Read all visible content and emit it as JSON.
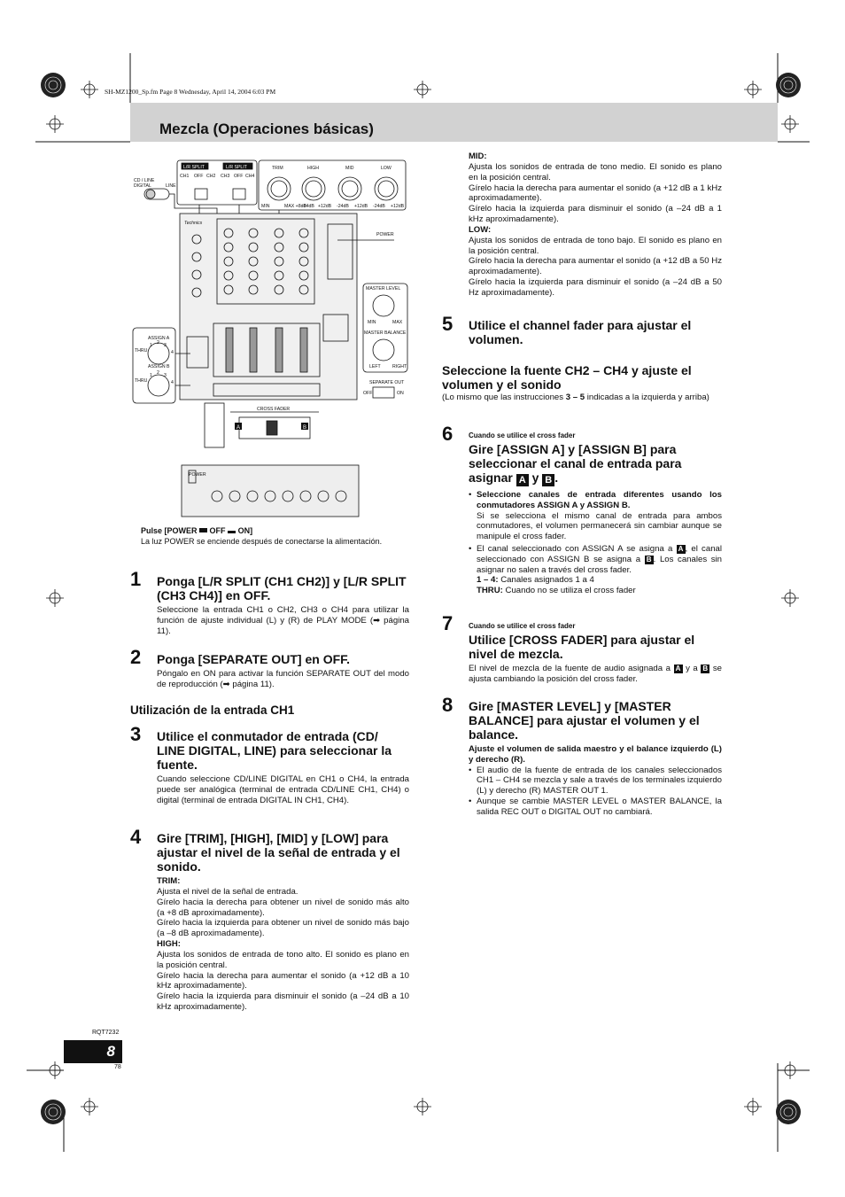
{
  "header": {
    "file_info": "SH-MZ1200_Sp.fm  Page 8  Wednesday, April 14, 2004  6:03 PM",
    "title": "Mezcla (Operaciones básicas)"
  },
  "diagram": {
    "labels": {
      "cd_line": "CD / LINE",
      "digital": "DIGITAL",
      "line": "LINE",
      "lr_split_a": "L/R SPLIT",
      "lr_split_b": "L/R SPLIT",
      "ch1": "CH1",
      "off_a": "OFF",
      "ch2": "CH2",
      "ch3": "CH3",
      "off_b": "OFF",
      "ch4": "CH4",
      "trim": "TRIM",
      "high": "HIGH",
      "mid": "MID",
      "low": "LOW",
      "min": "MIN",
      "max_8": "MAX +8dB",
      "min_24_h": "-24dB",
      "max_12_h": "+12dB",
      "min_24_m": "-24dB",
      "max_12_m": "+12dB",
      "min_24_l": "-24dB",
      "max_12_l": "+12dB",
      "power": "POWER",
      "assign_a": "ASSIGN A",
      "assign_b": "ASSIGN B",
      "thru_a": "THRU",
      "thru_b": "THRU",
      "n1": "1",
      "n2": "2",
      "n3": "3",
      "n4": "4",
      "n1b": "1",
      "n2b": "2",
      "n3b": "3",
      "n4b": "4",
      "master_level": "MASTER LEVEL",
      "ml_min": "MIN",
      "ml_max": "MAX",
      "master_balance": "MASTER BALANCE",
      "left": "LEFT",
      "right": "RIGHT",
      "separate_out": "SEPARATE OUT",
      "so_off": "OFF",
      "so_on": "ON",
      "cross_fader": "CROSS FADER",
      "a": "A",
      "b": "B",
      "power_back": "POWER",
      "brand": "Technics"
    },
    "caption_title": "Pulse [POWER",
    "caption_off": "OFF",
    "caption_on": "ON]",
    "caption_text": "La luz POWER se enciende después de conectarse la alimentación."
  },
  "steps_left": [
    {
      "num": "1",
      "title": "Ponga [L/R SPLIT (CH1 CH2)] y [L/R SPLIT (CH3 CH4)] en OFF.",
      "text": "Seleccione la entrada CH1 o CH2, CH3 o CH4 para utilizar la función de ajuste individual (L) y (R) de PLAY MODE (➡ página 11)."
    },
    {
      "num": "2",
      "title": "Ponga [SEPARATE OUT] en OFF.",
      "text": "Póngalo en ON para activar la función SEPARATE OUT del modo de reproducción (➡ página 11)."
    }
  ],
  "section_ch1": "Utilización de la entrada CH1",
  "step3": {
    "num": "3",
    "title": "Utilice el conmutador de entrada (CD/ LINE DIGITAL, LINE) para seleccionar la fuente.",
    "text": "Cuando seleccione CD/LINE DIGITAL en CH1 o CH4, la entrada puede ser analógica (terminal de entrada CD/LINE CH1, CH4) o digital (terminal de entrada DIGITAL IN CH1, CH4)."
  },
  "step4": {
    "num": "4",
    "title": "Gire [TRIM], [HIGH], [MID] y [LOW] para ajustar el nivel de la señal de entrada y el sonido.",
    "trim_label": "TRIM:",
    "trim_1": "Ajusta el nivel de la señal de entrada.",
    "trim_2": "Gírelo hacia la derecha para obtener un nivel de sonido más alto (a +8 dB aproximadamente).",
    "trim_3": "Gírelo hacia la izquierda para obtener un nivel de sonido más bajo (a –8 dB aproximadamente).",
    "high_label": "HIGH:",
    "high_1": "Ajusta los sonidos de entrada de tono alto. El sonido es plano en la posición central.",
    "high_2": "Gírelo hacia la derecha para aumentar el sonido (a +12 dB a 10 kHz aproximadamente).",
    "high_3": "Gírelo hacia la izquierda para disminuir el sonido (a –24 dB a 10 kHz aproximadamente).",
    "mid_label": "MID:",
    "mid_1": "Ajusta los sonidos de entrada de tono medio. El sonido es plano en la posición central.",
    "mid_2": "Gírelo hacia la derecha para aumentar el sonido (a +12 dB a 1 kHz aproximadamente).",
    "mid_3": "Gírelo hacia la izquierda para disminuir el sonido (a –24 dB a 1 kHz aproximadamente).",
    "low_label": "LOW:",
    "low_1": "Ajusta los sonidos de entrada de tono bajo. El sonido es plano en la posición central.",
    "low_2": "Gírelo hacia la derecha para aumentar el sonido (a +12 dB a 50 Hz aproximadamente).",
    "low_3": "Gírelo hacia la izquierda para disminuir el sonido (a –24 dB a 50 Hz aproximadamente)."
  },
  "step5": {
    "num": "5",
    "title": "Utilice el channel fader para ajustar el volumen."
  },
  "section_ch2": {
    "title": "Seleccione la fuente CH2 – CH4 y ajuste el volumen y el sonido",
    "note_a": "(Lo mismo que las instrucciones",
    "note_b": "3 – 5",
    "note_c": "indicadas a la izquierda y arriba)"
  },
  "step6": {
    "num": "6",
    "small": "Cuando se utilice el cross fader",
    "title_a": "Gire [ASSIGN A] y [ASSIGN B] para seleccionar el canal de entrada para asignar",
    "sq_a": "A",
    "y": "y",
    "sq_b": "B",
    "dot": ".",
    "b1_bold": "Seleccione canales de entrada diferentes usando los conmutadores ASSIGN A y ASSIGN B.",
    "b1_text": "Si se selecciona el mismo canal de entrada para ambos conmutadores, el volumen permanecerá sin cambiar aunque se manipule el cross fader.",
    "b2_a": "El canal seleccionado con ASSIGN A se asigna a",
    "b2_sqa": "A",
    "b2_b": ", el canal seleccionado con ASSIGN B se asigna a",
    "b2_sqb": "B",
    "b2_c": ". Los canales sin asignar no salen a través del cross fader.",
    "r1_bold": "1 – 4:",
    "r1_text": "Canales asignados 1 a 4",
    "r2_bold": "THRU:",
    "r2_text": "Cuando no se utiliza el cross fader"
  },
  "step7": {
    "num": "7",
    "small": "Cuando se utilice el cross fader",
    "title": "Utilice [CROSS FADER] para ajustar el nivel de mezcla.",
    "t_a": "El nivel de mezcla de la fuente de audio asignada a",
    "sqa": "A",
    "t_b": "y a",
    "sqb": "B",
    "t_c": "se ajusta cambiando la posición del cross fader."
  },
  "step8": {
    "num": "8",
    "title": "Gire [MASTER LEVEL] y [MASTER BALANCE] para ajustar el volumen y el balance.",
    "bold": "Ajuste el volumen de salida maestro y el balance izquierdo (L) y derecho (R).",
    "b1": "El audio de la fuente de entrada de los canales seleccionados CH1 – CH4 se mezcla y sale a través de los terminales izquierdo (L) y derecho (R) MASTER OUT 1.",
    "b2": "Aunque se cambie MASTER LEVEL o MASTER BALANCE, la salida REC OUT o DIGITAL OUT no cambiará."
  },
  "footer": {
    "rqt": "RQT7232",
    "page": "8",
    "page_small": "78"
  }
}
